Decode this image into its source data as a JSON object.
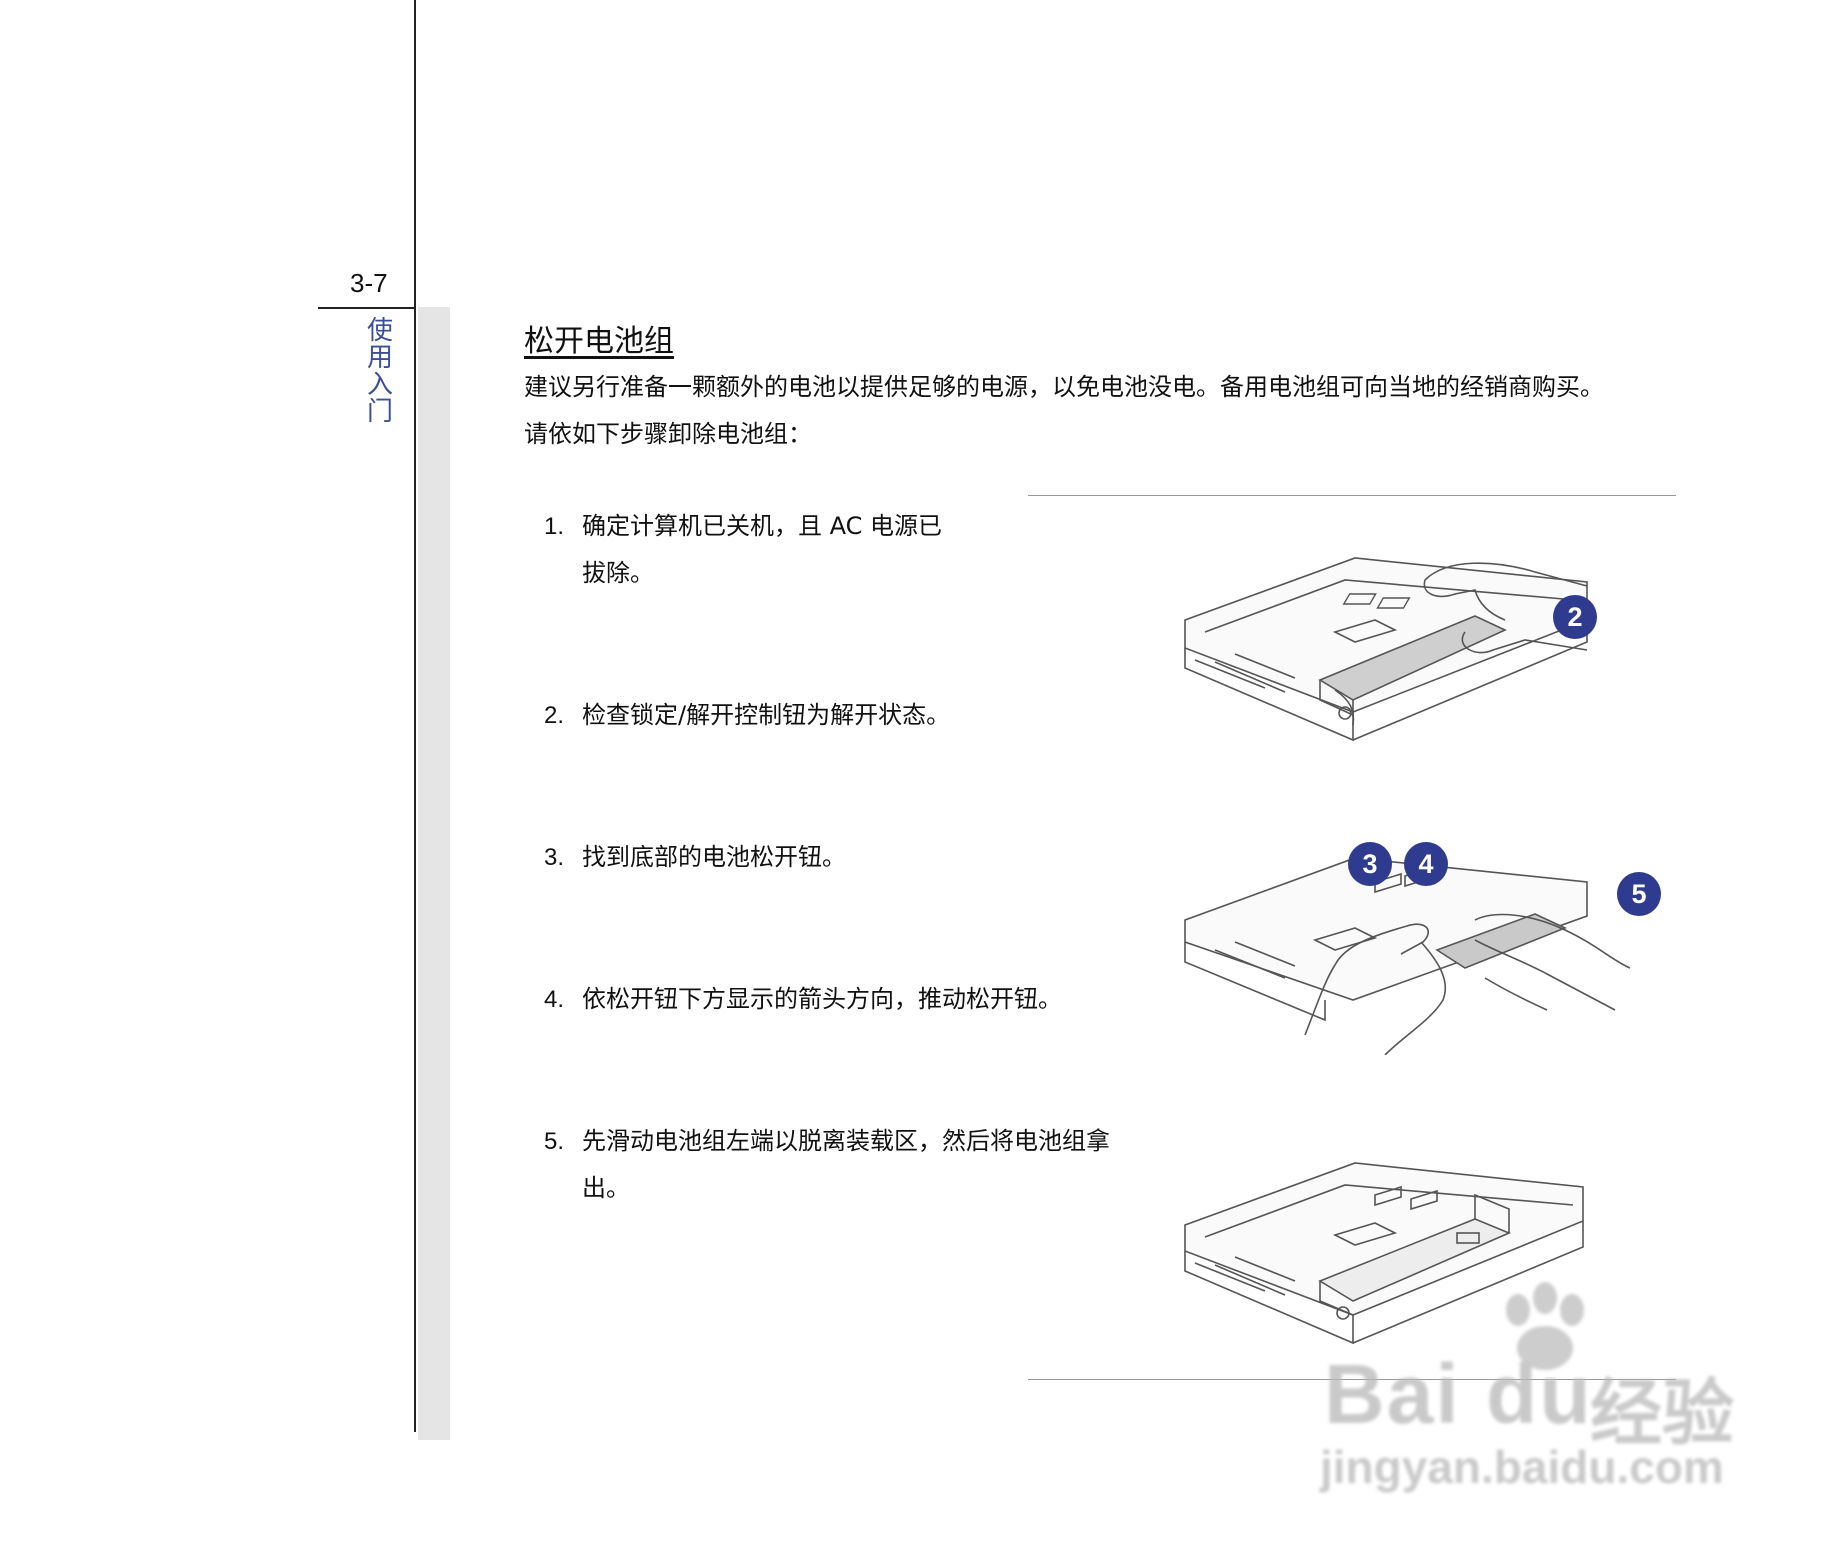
{
  "page": {
    "number": "3-7",
    "side_label": [
      "使",
      "用",
      "入",
      "门"
    ]
  },
  "section": {
    "title": "松开电池组",
    "intro_lines": [
      "建议另行准备一颗额外的电池以提供足够的电源，以免电池没电。备用电池组可向当地的经销商购买。",
      "请依如下步骤卸除电池组："
    ]
  },
  "steps": [
    {
      "num": "1.",
      "lines": [
        "确定计算机已关机，且 AC 电源已",
        "拔除。"
      ]
    },
    {
      "num": "2.",
      "lines": [
        "检查锁定/解开控制钮为解开状态。"
      ]
    },
    {
      "num": "3.",
      "lines": [
        "找到底部的电池松开钮。"
      ]
    },
    {
      "num": "4.",
      "lines": [
        "依松开钮下方显示的箭头方向，推动松开钮。"
      ]
    },
    {
      "num": "5.",
      "lines": [
        "先滑动电池组左端以脱离装载区，然后将电池组拿",
        "出。"
      ]
    }
  ],
  "illustrations": {
    "badges": {
      "b2": "2",
      "b3": "3",
      "b4": "4",
      "b5": "5"
    },
    "badge_color": "#2e3b8f"
  },
  "watermark": {
    "brand": "Bai du",
    "cn": "经验",
    "url": "jingyan.baidu.com"
  },
  "colors": {
    "side_label": "#3b4f98",
    "sidebar_strip": "#e5e5e5"
  }
}
